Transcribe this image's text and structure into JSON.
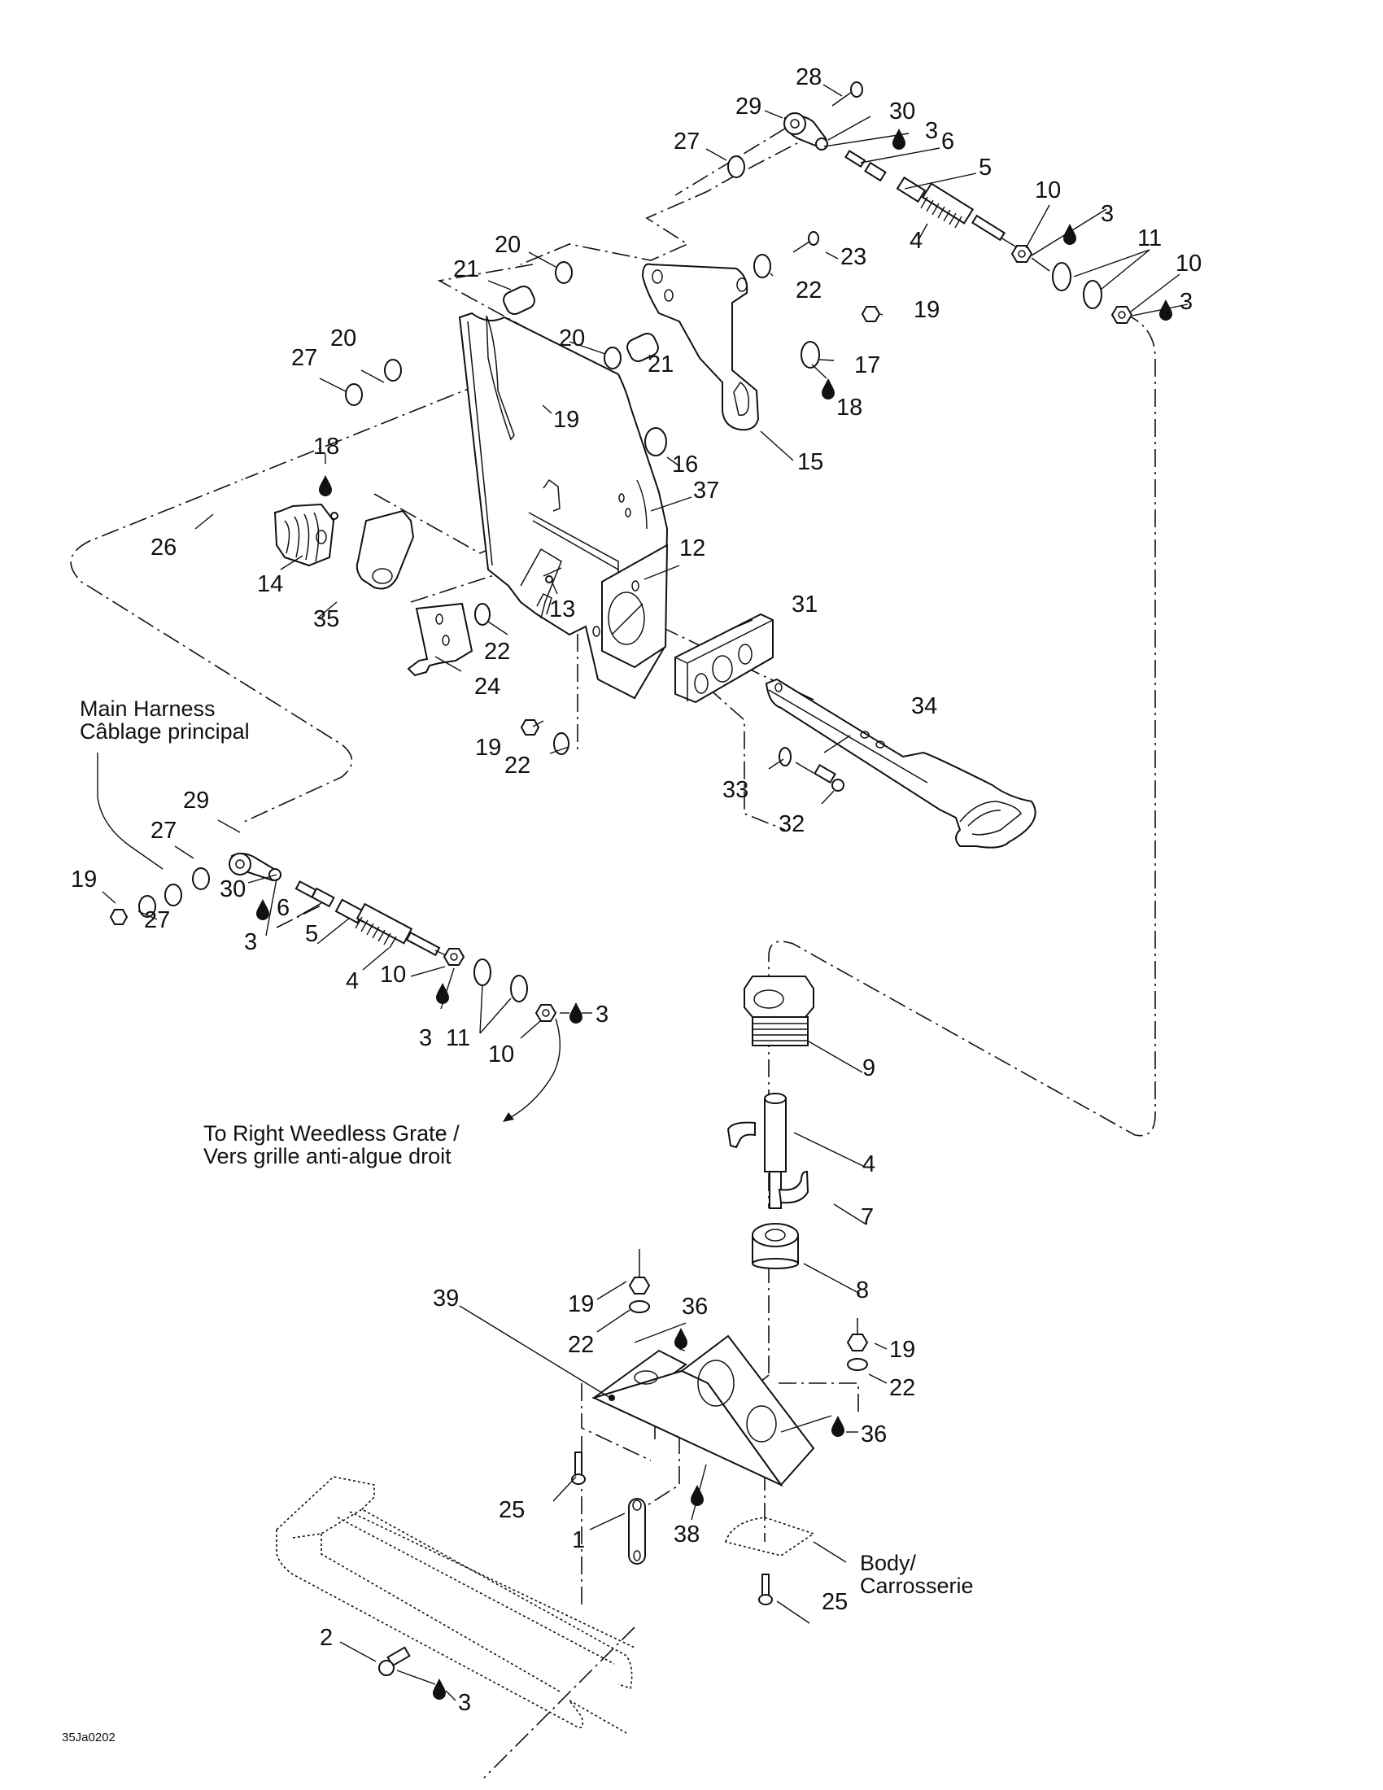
{
  "diagram": {
    "type": "exploded-parts-diagram",
    "drawing_code": "35Ja0202",
    "notes": {
      "main_harness_en": "Main Harness",
      "main_harness_fr": "Câblage principal",
      "weedless_en": "To Right Weedless Grate /",
      "weedless_fr": "Vers grille anti-algue droit",
      "body_en": "Body/",
      "body_fr": "Carrosserie"
    },
    "callouts": [
      {
        "id": "c28a",
        "text": "28"
      },
      {
        "id": "c29a",
        "text": "29"
      },
      {
        "id": "c30a",
        "text": "30"
      },
      {
        "id": "c3a",
        "text": "3"
      },
      {
        "id": "c27a",
        "text": "27"
      },
      {
        "id": "c6a",
        "text": "6"
      },
      {
        "id": "c5a",
        "text": "5"
      },
      {
        "id": "c10a",
        "text": "10"
      },
      {
        "id": "c3b",
        "text": "3"
      },
      {
        "id": "c4a",
        "text": "4"
      },
      {
        "id": "c11a",
        "text": "11"
      },
      {
        "id": "c10b",
        "text": "10"
      },
      {
        "id": "c3c",
        "text": "3"
      },
      {
        "id": "c20a",
        "text": "20"
      },
      {
        "id": "c23a",
        "text": "23"
      },
      {
        "id": "c21a",
        "text": "21"
      },
      {
        "id": "c22a",
        "text": "22"
      },
      {
        "id": "c19a",
        "text": "19"
      },
      {
        "id": "c20b",
        "text": "20"
      },
      {
        "id": "c27b",
        "text": "27"
      },
      {
        "id": "c20c",
        "text": "20"
      },
      {
        "id": "c21b",
        "text": "21"
      },
      {
        "id": "c17a",
        "text": "17"
      },
      {
        "id": "c19b",
        "text": "19"
      },
      {
        "id": "c18a",
        "text": "18"
      },
      {
        "id": "c16a",
        "text": "16"
      },
      {
        "id": "c15a",
        "text": "15"
      },
      {
        "id": "c18b",
        "text": "18"
      },
      {
        "id": "c37a",
        "text": "37"
      },
      {
        "id": "c26a",
        "text": "26"
      },
      {
        "id": "c12a",
        "text": "12"
      },
      {
        "id": "c14a",
        "text": "14"
      },
      {
        "id": "c13a",
        "text": "13"
      },
      {
        "id": "c35a",
        "text": "35"
      },
      {
        "id": "c22b",
        "text": "22"
      },
      {
        "id": "c31a",
        "text": "31"
      },
      {
        "id": "c24a",
        "text": "24"
      },
      {
        "id": "c34a",
        "text": "34"
      },
      {
        "id": "c19c",
        "text": "19"
      },
      {
        "id": "c22c",
        "text": "22"
      },
      {
        "id": "c33a",
        "text": "33"
      },
      {
        "id": "c32a",
        "text": "32"
      },
      {
        "id": "c29b",
        "text": "29"
      },
      {
        "id": "c27c",
        "text": "27"
      },
      {
        "id": "c19d",
        "text": "19"
      },
      {
        "id": "c30b",
        "text": "30"
      },
      {
        "id": "c27d",
        "text": "27"
      },
      {
        "id": "c6b",
        "text": "6"
      },
      {
        "id": "c3d",
        "text": "3"
      },
      {
        "id": "c5b",
        "text": "5"
      },
      {
        "id": "c4b",
        "text": "4"
      },
      {
        "id": "c10c",
        "text": "10"
      },
      {
        "id": "c3e",
        "text": "3"
      },
      {
        "id": "c11b",
        "text": "11"
      },
      {
        "id": "c10d",
        "text": "10"
      },
      {
        "id": "c3f",
        "text": "3"
      },
      {
        "id": "c9a",
        "text": "9"
      },
      {
        "id": "c4c",
        "text": "4"
      },
      {
        "id": "c7a",
        "text": "7"
      },
      {
        "id": "c8a",
        "text": "8"
      },
      {
        "id": "c19e",
        "text": "19"
      },
      {
        "id": "c39a",
        "text": "39"
      },
      {
        "id": "c36a",
        "text": "36"
      },
      {
        "id": "c22d",
        "text": "22"
      },
      {
        "id": "c19f",
        "text": "19"
      },
      {
        "id": "c22e",
        "text": "22"
      },
      {
        "id": "c36b",
        "text": "36"
      },
      {
        "id": "c25a",
        "text": "25"
      },
      {
        "id": "c38a",
        "text": "38"
      },
      {
        "id": "c1a",
        "text": "1"
      },
      {
        "id": "c25b",
        "text": "25"
      },
      {
        "id": "c2a",
        "text": "2"
      },
      {
        "id": "c3g",
        "text": "3"
      }
    ]
  }
}
